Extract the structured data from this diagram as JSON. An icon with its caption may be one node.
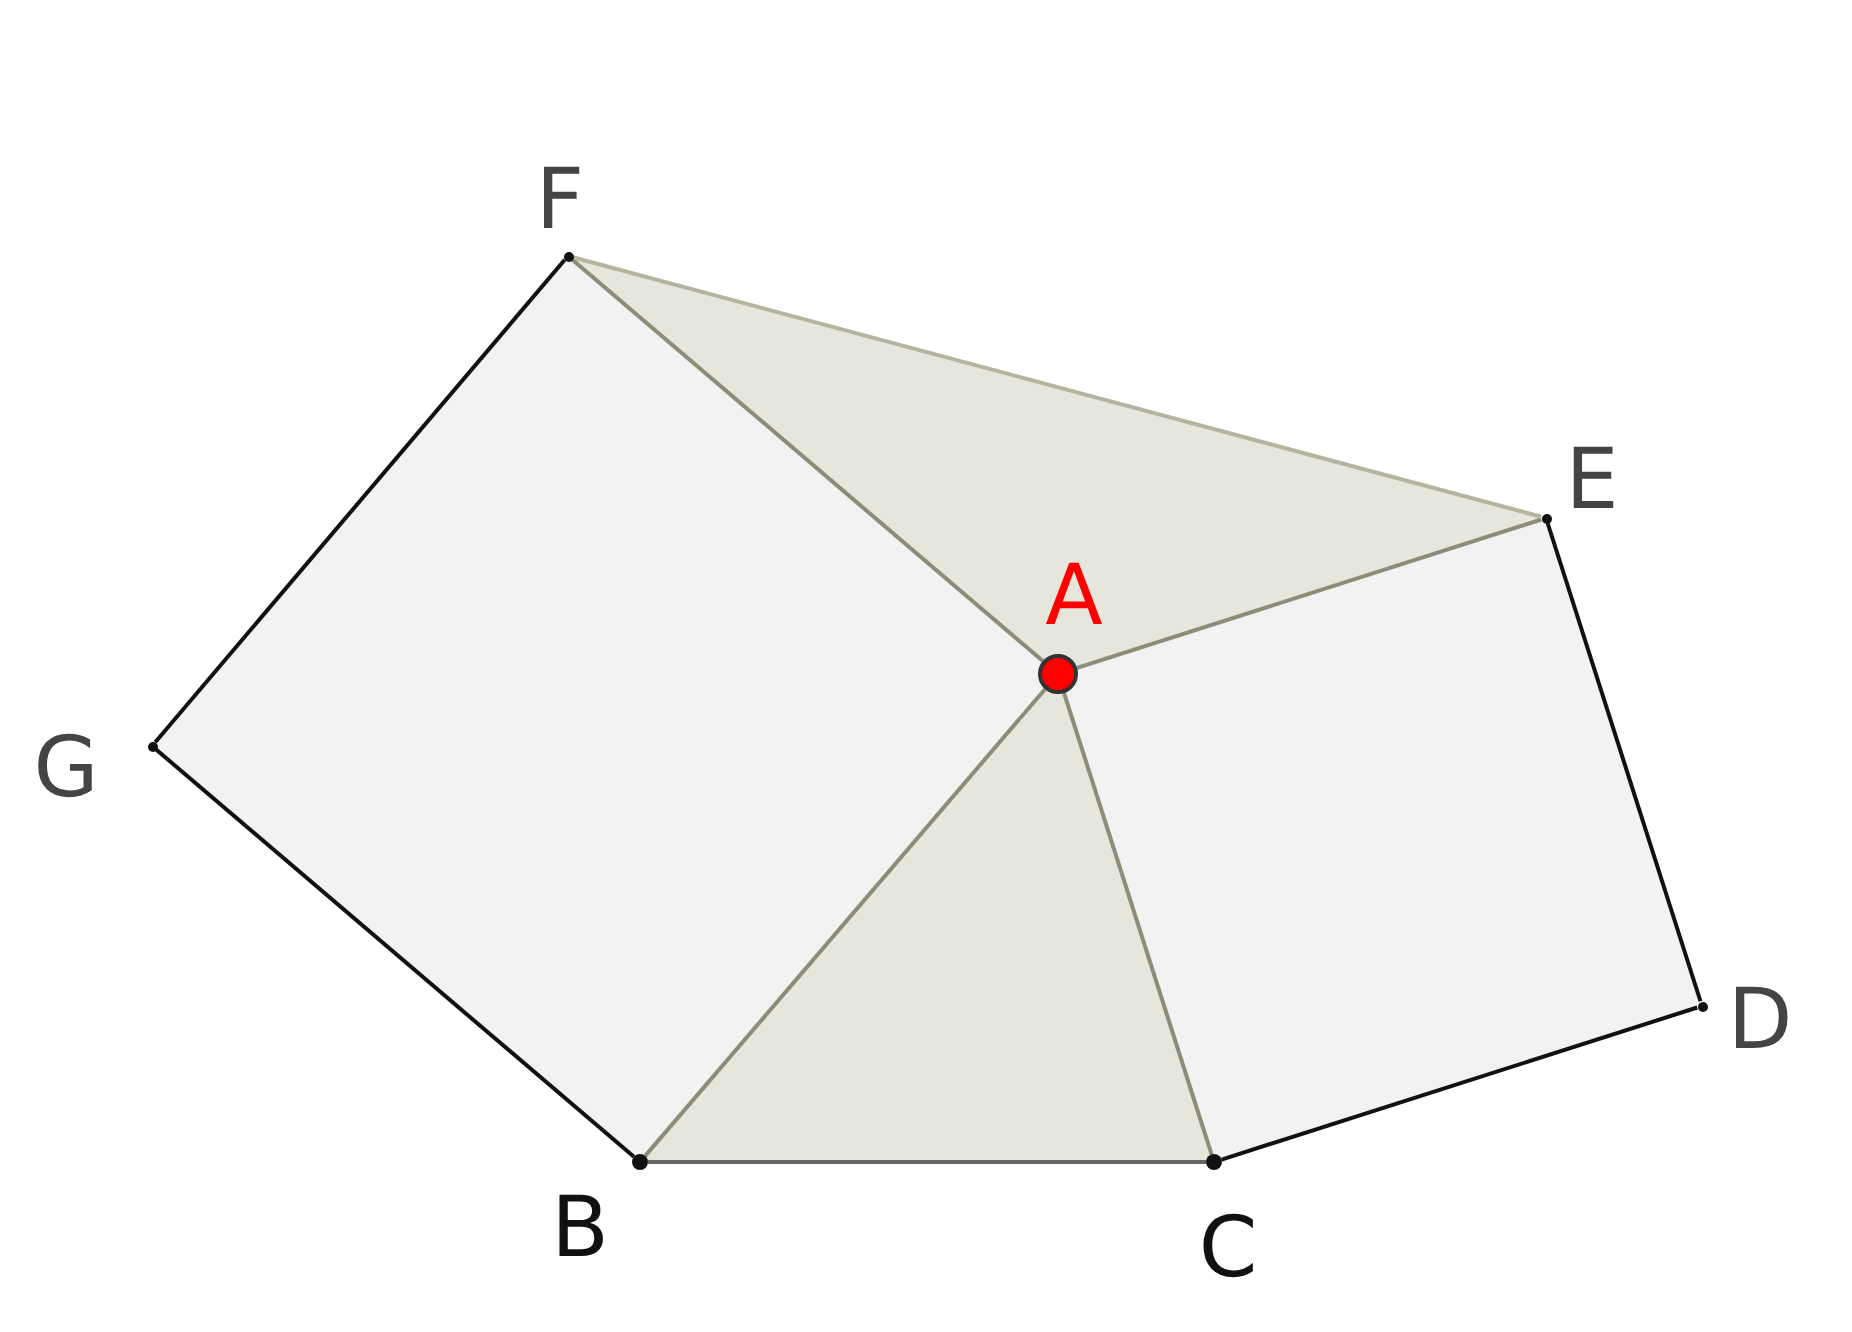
{
  "diagram": {
    "nodes": [
      {
        "text": [
          "F"
        ]
      },
      {
        "text": [
          "E"
        ]
      },
      {
        "text": [
          "A"
        ]
      },
      {
        "text": [
          "G"
        ]
      },
      {
        "text": [
          "D"
        ]
      },
      {
        "text": [
          "B"
        ]
      },
      {
        "text": [
          "C"
        ]
      }
    ],
    "edges": [
      {
        "from": 0,
        "to": 2,
        "arrow": "none",
        "color": "#8c8c78"
      },
      {
        "from": 2,
        "to": 5,
        "arrow": "none",
        "color": "#8c8c78"
      },
      {
        "from": 2,
        "to": 6,
        "arrow": "none",
        "color": "#8c8c78"
      },
      {
        "from": 2,
        "to": 1,
        "arrow": "none",
        "color": "#8c8c78"
      },
      {
        "from": 0,
        "to": 1,
        "arrow": "none",
        "color": "#b4b4a0"
      },
      {
        "from": 5,
        "to": 6,
        "arrow": "none",
        "color": "#666666"
      },
      {
        "from": 0,
        "to": 3,
        "arrow": "none",
        "color": "#111111"
      },
      {
        "from": 3,
        "to": 5,
        "arrow": "none",
        "color": "#111111"
      },
      {
        "from": 6,
        "to": 4,
        "arrow": "none",
        "color": "#111111"
      },
      {
        "from": 4,
        "to": 1,
        "arrow": "none",
        "color": "#111111"
      }
    ]
  }
}
